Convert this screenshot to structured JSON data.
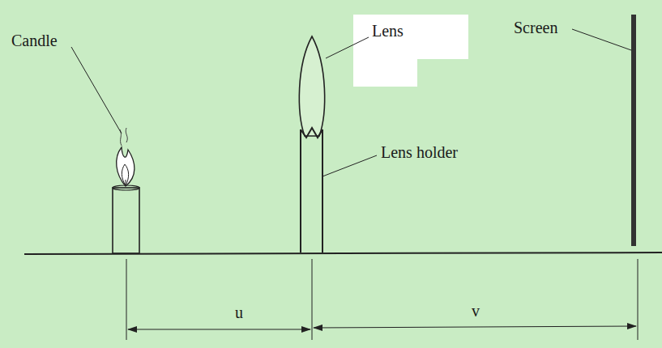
{
  "diagram": {
    "labels": [
      "Candle",
      "Lens",
      "Lens holder",
      "Screen",
      "u",
      "v"
    ]
  }
}
